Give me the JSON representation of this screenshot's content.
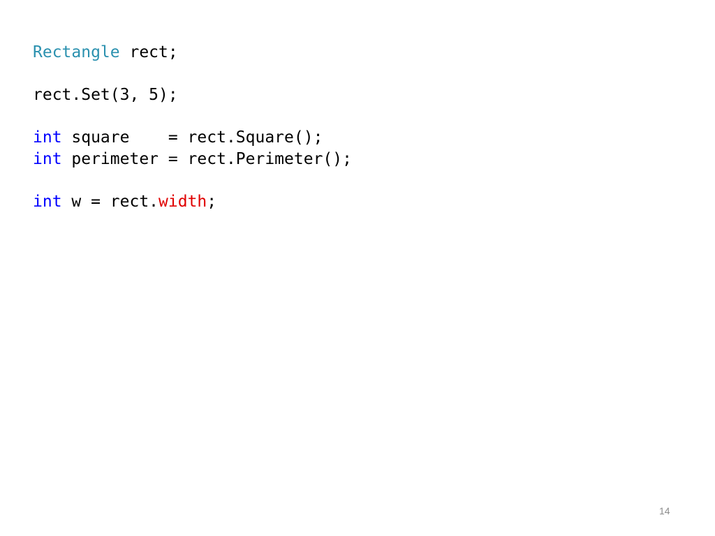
{
  "colors": {
    "type": "#2b91af",
    "keyword": "#0000ff",
    "error": "#e00000",
    "plain": "#000000",
    "page_number": "#8c8c8c"
  },
  "code_lines": [
    [
      {
        "text": "Rectangle",
        "role": "type"
      },
      {
        "text": " rect;",
        "role": "plain"
      }
    ],
    [],
    [
      {
        "text": "rect.Set(3, 5);",
        "role": "plain"
      }
    ],
    [],
    [
      {
        "text": "int",
        "role": "keyword"
      },
      {
        "text": " square    = rect.Square();",
        "role": "plain"
      }
    ],
    [
      {
        "text": "int",
        "role": "keyword"
      },
      {
        "text": " perimeter = rect.Perimeter();",
        "role": "plain"
      }
    ],
    [],
    [
      {
        "text": "int",
        "role": "keyword"
      },
      {
        "text": " w = rect.",
        "role": "plain"
      },
      {
        "text": "width",
        "role": "error"
      },
      {
        "text": ";",
        "role": "plain"
      }
    ]
  ],
  "page_number": "14"
}
